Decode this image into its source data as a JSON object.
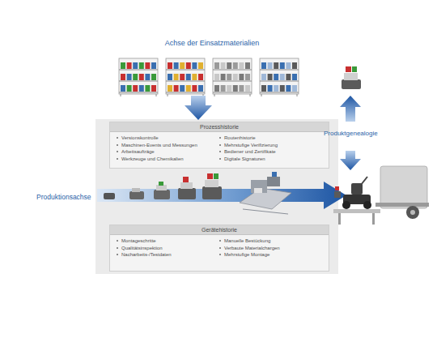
{
  "diagram": {
    "nodes": [
      {
        "text": [
          "Prozesshistorie",
          "Versionskontrolle",
          "Maschinen-Events und Messungen",
          "Arbeitsaufträge",
          "Werkzeuge und Chemikalien",
          "Routenhistorie",
          "Mehrstufige Verifizierung",
          "Bediener und Zertifikate",
          "Digitale Signaturen"
        ]
      },
      {
        "text": [
          "Gerätehistorie",
          "Montageschritte",
          "Qualitätsinspektion",
          "Nacharbeits-/Testdaten",
          "Manuelle Bestückung",
          "Verbaute Materialchargen",
          "Mehrstufige Montage"
        ]
      }
    ],
    "labels": [
      "Achse der Einsatzmaterialien",
      "Produktionsachse",
      "Produktgenealogie"
    ]
  }
}
